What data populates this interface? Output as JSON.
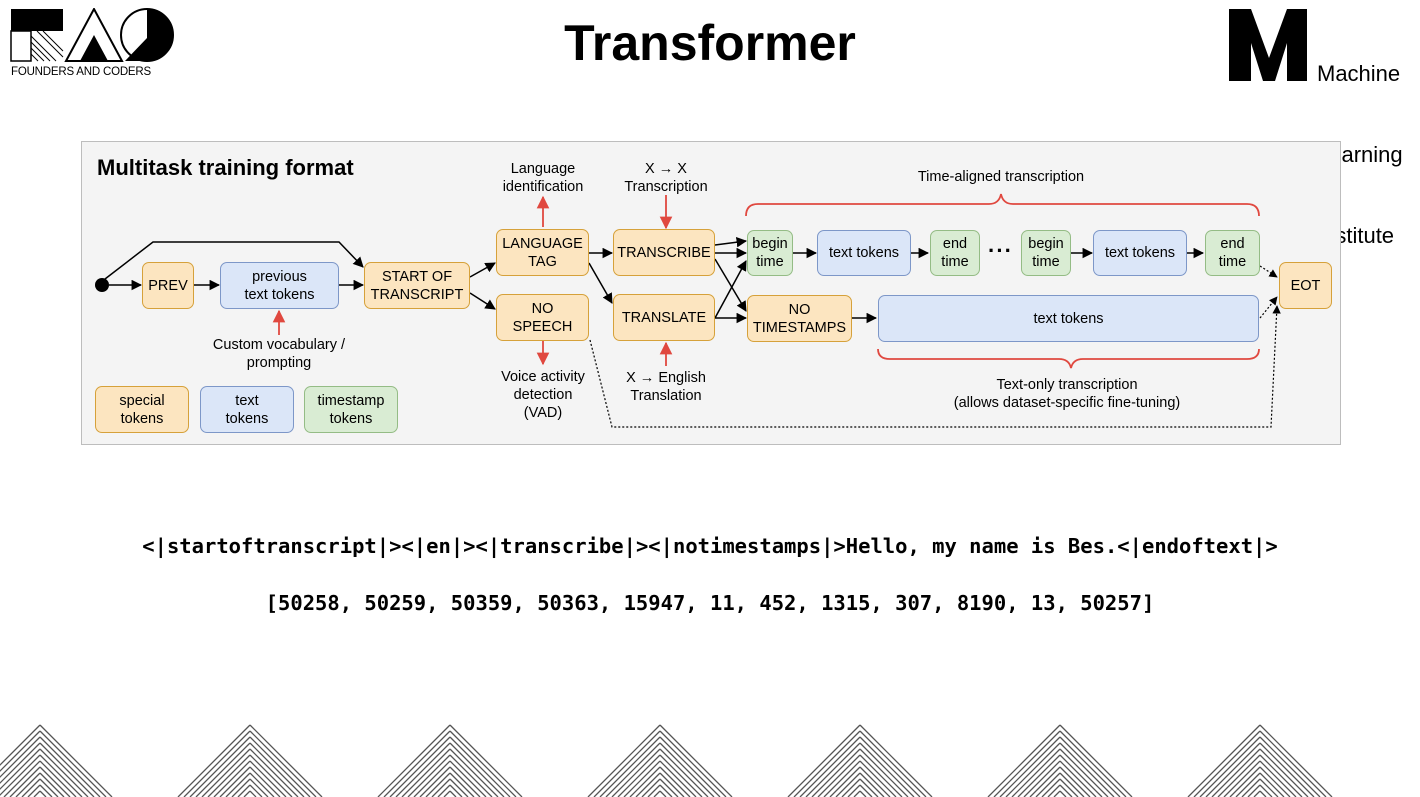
{
  "header": {
    "left_logo_text": "FOUNDERS AND CODERS",
    "title": "Transformer",
    "right_logo_lines": [
      "Machine",
      "Learning",
      "Institute"
    ]
  },
  "diagram": {
    "title": "Multitask training format",
    "nodes": {
      "prev": "PREV",
      "previous_text_tokens": "previous\ntext tokens",
      "start_of_transcript": "START OF\nTRANSCRIPT",
      "language_tag": "LANGUAGE\nTAG",
      "no_speech": "NO\nSPEECH",
      "transcribe": "TRANSCRIBE",
      "translate": "TRANSLATE",
      "begin_time_1": "begin\ntime",
      "text_tokens_1": "text tokens",
      "end_time_1": "end\ntime",
      "ellipsis": "···",
      "begin_time_2": "begin\ntime",
      "text_tokens_2": "text tokens",
      "end_time_2": "end\ntime",
      "no_timestamps": "NO\nTIMESTAMPS",
      "text_tokens_long": "text tokens",
      "eot": "EOT"
    },
    "labels": {
      "language_identification": "Language\nidentification",
      "x_to_x": "X → X\nTranscription",
      "time_aligned": "Time-aligned transcription",
      "custom_vocab": "Custom vocabulary /\nprompting",
      "vad": "Voice activity\ndetection\n(VAD)",
      "x_to_english": "X → English\nTranslation",
      "text_only": "Text-only transcription\n(allows dataset-specific fine-tuning)"
    },
    "legend": {
      "special": "special\ntokens",
      "text": "text\ntokens",
      "timestamp": "timestamp\ntokens"
    },
    "colors": {
      "special_fill": "#fce5c0",
      "text_fill": "#dbe6f8",
      "timestamp_fill": "#d9ecd3",
      "annotation_arrow": "#e0483f"
    }
  },
  "example": {
    "token_string": "<|startoftranscript|><|en|><|transcribe|><|notimestamps|>Hello, my name is Bes.<|endoftext|>",
    "token_ids": "[50258, 50259, 50359, 50363, 15947, 11, 452, 1315, 307, 8190, 13, 50257]"
  }
}
